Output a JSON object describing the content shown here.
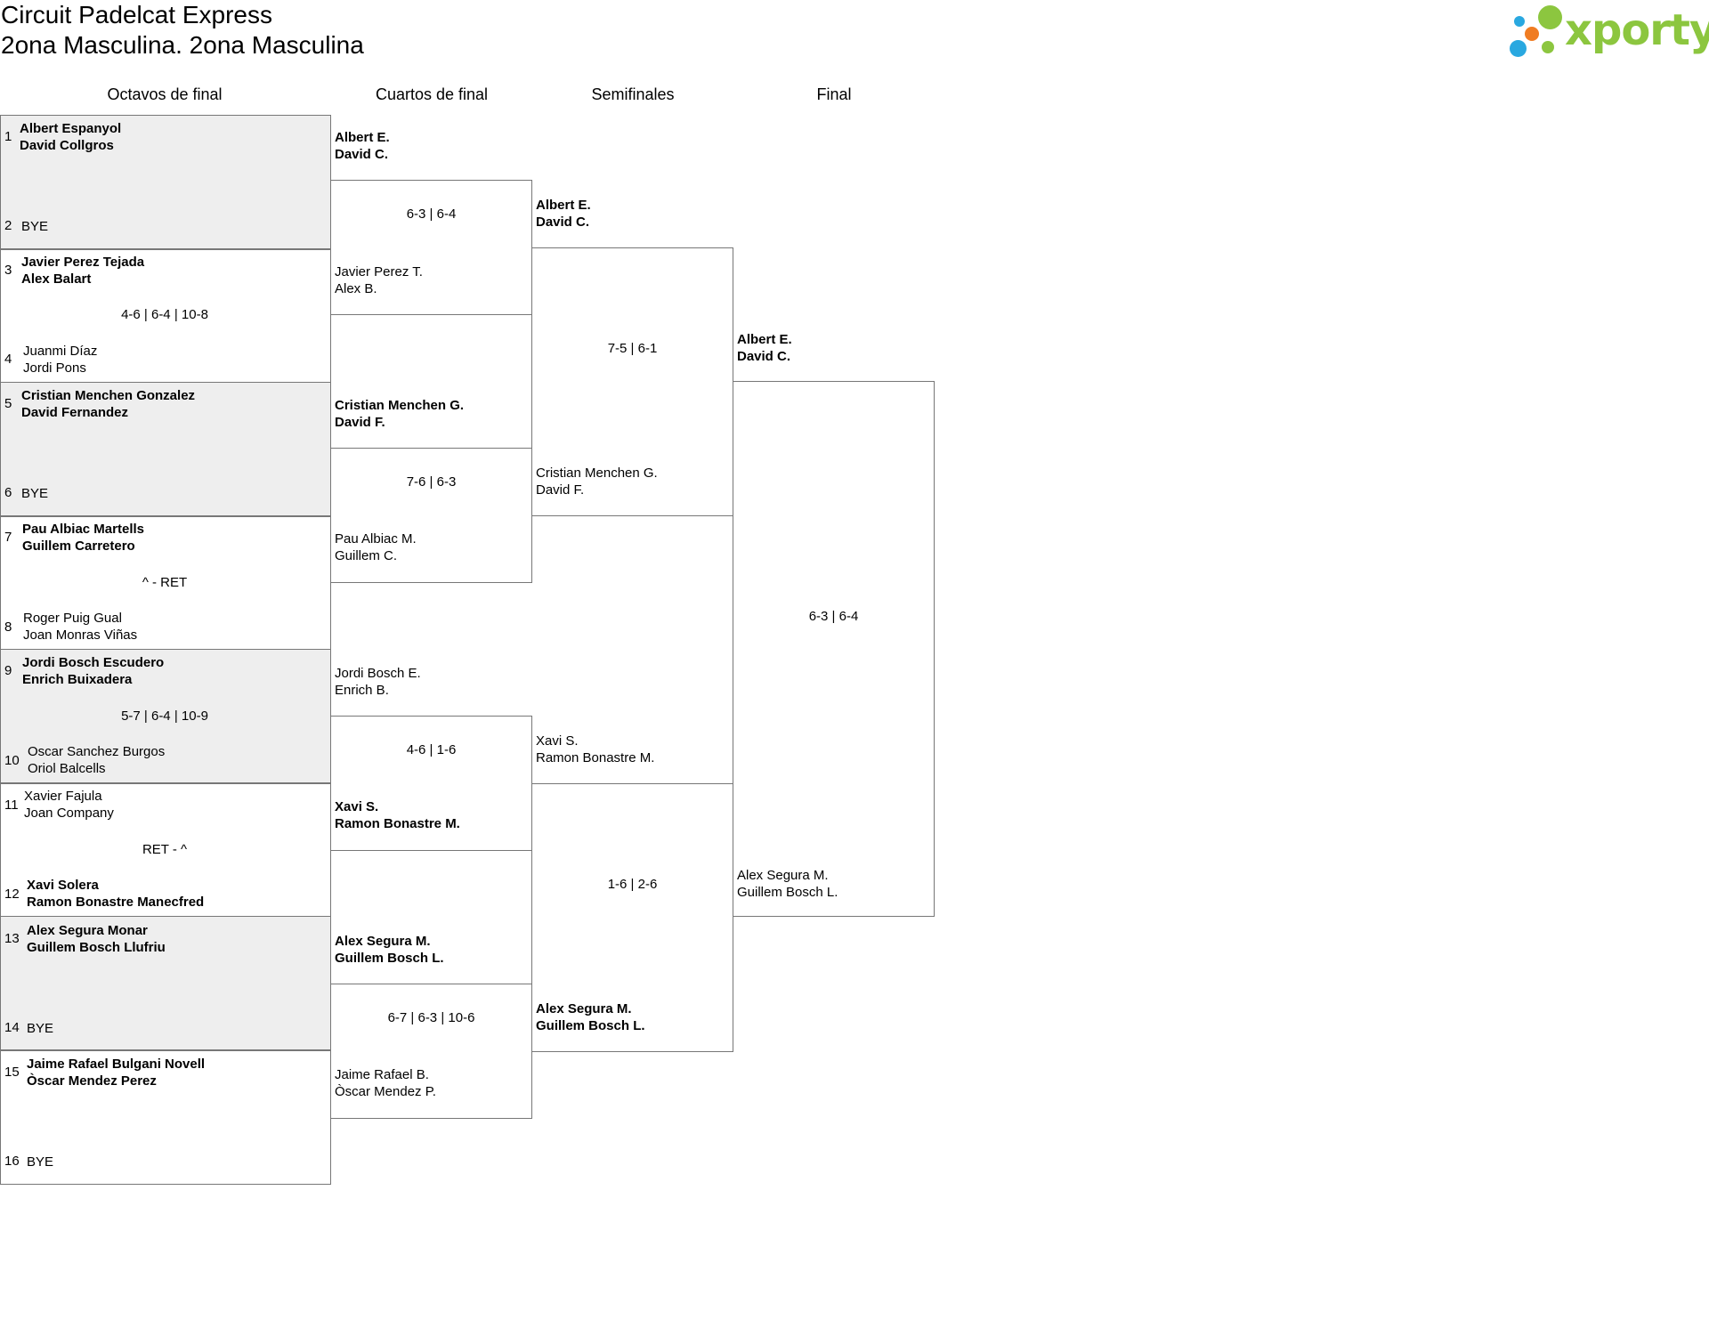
{
  "header": {
    "title": "Circuit Padelcat Express",
    "subtitle": "2ona Masculina. 2ona Masculina",
    "logo_text": "xporty",
    "logo_colors": {
      "green": "#8cc63f",
      "blue": "#29a8e0",
      "orange": "#f07c22"
    }
  },
  "rounds": [
    "Octavos de final",
    "Cuartos de final",
    "Semifinales",
    "Final"
  ],
  "r16": [
    {
      "seed1": "1",
      "team1": [
        "Albert Espanyol",
        "David Collgros"
      ],
      "seed2": "2",
      "team2": [
        "BYE"
      ],
      "score": ""
    },
    {
      "seed1": "3",
      "team1": [
        "Javier Perez Tejada",
        "Alex Balart"
      ],
      "seed2": "4",
      "team2": [
        "Juanmi Díaz",
        "Jordi Pons"
      ],
      "score": "4-6 | 6-4 | 10-8"
    },
    {
      "seed1": "5",
      "team1": [
        "Cristian Menchen Gonzalez",
        "David Fernandez"
      ],
      "seed2": "6",
      "team2": [
        "BYE"
      ],
      "score": ""
    },
    {
      "seed1": "7",
      "team1": [
        "Pau Albiac Martells",
        "Guillem Carretero"
      ],
      "seed2": "8",
      "team2": [
        "Roger Puig Gual",
        "Joan Monras Viñas"
      ],
      "score": "^ - RET"
    },
    {
      "seed1": "9",
      "team1": [
        "Jordi Bosch Escudero",
        "Enrich Buixadera"
      ],
      "seed2": "10",
      "team2": [
        "Oscar Sanchez Burgos",
        "Oriol Balcells"
      ],
      "score": "5-7 | 6-4 | 10-9"
    },
    {
      "seed1": "11",
      "team1": [
        "Xavier Fajula",
        "Joan Company"
      ],
      "seed2": "12",
      "team2": [
        "Xavi Solera",
        "Ramon Bonastre Manecfred"
      ],
      "score": "RET - ^"
    },
    {
      "seed1": "13",
      "team1": [
        "Alex Segura Monar",
        "Guillem Bosch Llufriu"
      ],
      "seed2": "14",
      "team2": [
        "BYE"
      ],
      "score": ""
    },
    {
      "seed1": "15",
      "team1": [
        "Jaime Rafael Bulgani Novell",
        "Òscar Mendez Perez"
      ],
      "seed2": "16",
      "team2": [
        "BYE"
      ],
      "score": ""
    }
  ],
  "qf": [
    {
      "team1": [
        "Albert E.",
        "David C."
      ],
      "team2": [
        "Javier Perez T.",
        "Alex B."
      ],
      "score": "6-3 | 6-4"
    },
    {
      "team1": [
        "Cristian Menchen G.",
        "David F."
      ],
      "team2": [
        "Pau Albiac M.",
        "Guillem C."
      ],
      "score": "7-6 | 6-3"
    },
    {
      "team1": [
        "Jordi Bosch E.",
        "Enrich B."
      ],
      "team2": [
        "Xavi S.",
        "Ramon Bonastre M."
      ],
      "score": "4-6 | 1-6"
    },
    {
      "team1": [
        "Alex Segura M.",
        "Guillem Bosch L."
      ],
      "team2": [
        "Jaime Rafael B.",
        "Òscar Mendez P."
      ],
      "score": "6-7 | 6-3 | 10-6"
    }
  ],
  "sf": [
    {
      "team1": [
        "Albert E.",
        "David C."
      ],
      "team2": [
        "Cristian Menchen G.",
        "David F."
      ],
      "score": "7-5 | 6-1"
    },
    {
      "team1": [
        "Xavi S.",
        "Ramon Bonastre M."
      ],
      "team2": [
        "Alex Segura M.",
        "Guillem Bosch L."
      ],
      "score": "1-6 | 2-6"
    }
  ],
  "final": [
    {
      "team1": [
        "Albert E.",
        "David C."
      ],
      "team2": [
        "Alex Segura M.",
        "Guillem Bosch L."
      ],
      "score": "6-3 | 6-4"
    }
  ]
}
